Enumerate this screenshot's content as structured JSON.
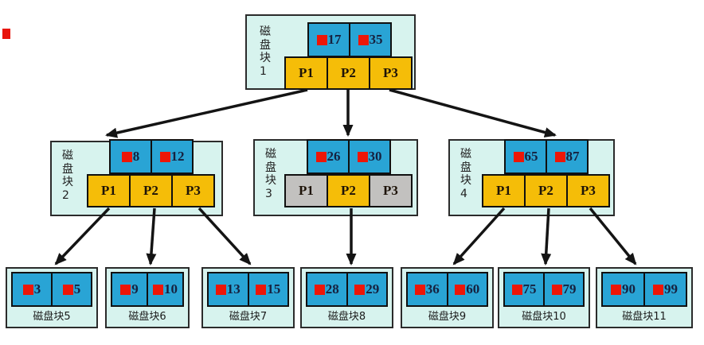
{
  "palette": {
    "node_bg": "#d7f3ee",
    "key_blue": "#29a4d5",
    "pointer_orange": "#f5bd08",
    "pointer_gray": "#c2c1bf",
    "record_marker_red": "#ed1607",
    "arrow_black": "#141414",
    "number_text": "#16213f"
  },
  "root": {
    "label": "磁盘块1",
    "keys": [
      "17",
      "35"
    ],
    "pointers": [
      "P1",
      "P2",
      "P3"
    ]
  },
  "internal": [
    {
      "label": "磁盘块2",
      "keys": [
        "8",
        "12"
      ],
      "pointers": [
        "P1",
        "P2",
        "P3"
      ]
    },
    {
      "label": "磁盘块3",
      "keys": [
        "26",
        "30"
      ],
      "pointers": [
        "P1",
        "P2",
        "P3"
      ]
    },
    {
      "label": "磁盘块4",
      "keys": [
        "65",
        "87"
      ],
      "pointers": [
        "P1",
        "P2",
        "P3"
      ]
    }
  ],
  "leaves": [
    {
      "label": "磁盘块5",
      "keys": [
        "3",
        "5"
      ]
    },
    {
      "label": "磁盘块6",
      "keys": [
        "9",
        "10"
      ]
    },
    {
      "label": "磁盘块7",
      "keys": [
        "13",
        "15"
      ]
    },
    {
      "label": "磁盘块8",
      "keys": [
        "28",
        "29"
      ]
    },
    {
      "label": "磁盘块9",
      "keys": [
        "36",
        "60"
      ]
    },
    {
      "label": "磁盘块10",
      "keys": [
        "75",
        "79"
      ]
    },
    {
      "label": "磁盘块11",
      "keys": [
        "90",
        "99"
      ]
    }
  ]
}
